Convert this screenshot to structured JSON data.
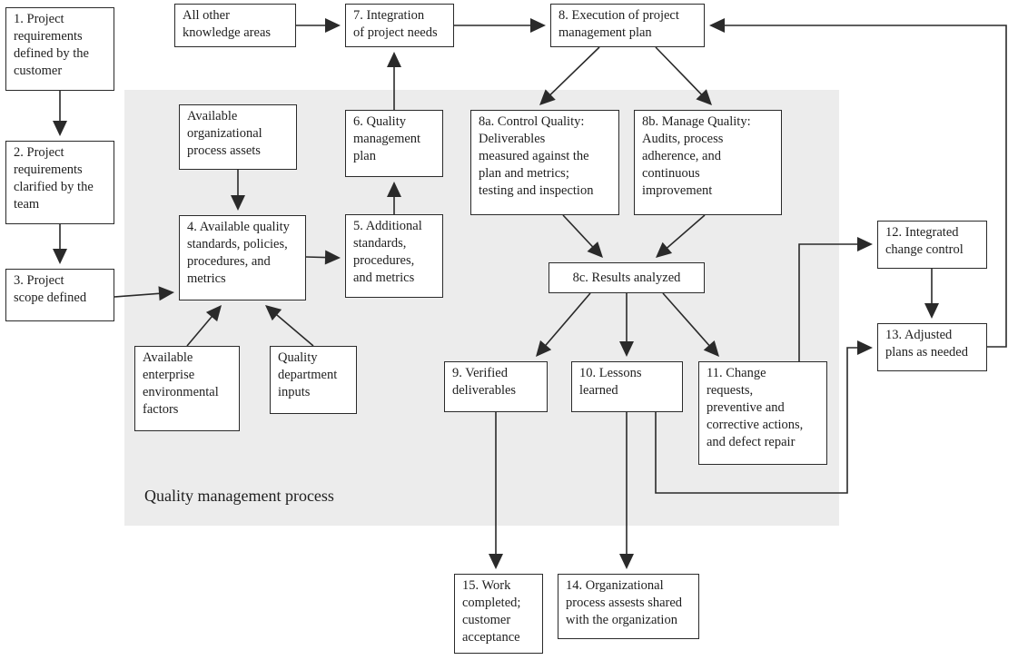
{
  "region_label": "Quality management process",
  "colors": {
    "region_fill": "#ececec",
    "box_border": "#2a2a2a",
    "text": "#1e1e1e",
    "arrow": "#2a2a2a"
  },
  "nodes": {
    "n1": "1. Project\nrequirements\ndefined by the\ncustomer",
    "n2": "2. Project\nrequirements\nclarified by the\nteam",
    "n3": "3. Project\nscope defined",
    "ok": "All other\nknowledge areas",
    "n7": "7. Integration\nof project needs",
    "n8": "8. Execution of project\nmanagement plan",
    "opa": "Available\norganizational\nprocess assets",
    "n4": "4. Available quality\nstandards, policies,\nprocedures, and\nmetrics",
    "n6": "6. Quality\nmanagement\nplan",
    "n5": "5. Additional\nstandards,\nprocedures,\nand metrics",
    "eef": "Available\nenterprise\nenvironmental\nfactors",
    "qdi": "Quality\ndepartment\ninputs",
    "n8a": "8a. Control Quality:\nDeliverables\nmeasured against the\nplan and metrics;\ntesting and inspection",
    "n8b": "8b. Manage Quality:\nAudits, process\nadherence, and\ncontinuous\nimprovement",
    "n8c": "8c. Results analyzed",
    "n9": "9. Verified\ndeliverables",
    "n10": "10. Lessons\nlearned",
    "n11": "11. Change\nrequests,\npreventive and\ncorrective actions,\nand defect repair",
    "n12": "12. Integrated\nchange control",
    "n13": "13. Adjusted\nplans as needed",
    "n15": "15. Work\ncompleted;\ncustomer\nacceptance",
    "n14": "14. Organizational\nprocess assests shared\nwith the organization"
  }
}
